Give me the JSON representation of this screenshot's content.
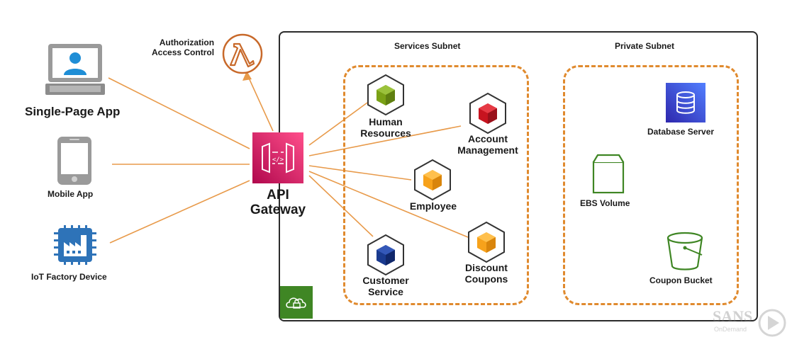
{
  "clients": {
    "spa_label": "Single-Page App",
    "mobile_label": "Mobile App",
    "iot_label": "IoT Factory Device"
  },
  "auth": {
    "label_line1": "Authorization",
    "label_line2": "Access Control",
    "icon": "lambda-icon"
  },
  "gateway": {
    "label_line1": "API",
    "label_line2": "Gateway",
    "icon": "api-gateway-icon"
  },
  "services_subnet": {
    "title": "Services Subnet",
    "services": [
      {
        "line1": "Human",
        "line2": "Resources",
        "color": "#7aa116"
      },
      {
        "line1": "Account",
        "line2": "Management",
        "color": "#c7131f"
      },
      {
        "line1": "Employee",
        "line2": "",
        "color": "#f7a21b"
      },
      {
        "line1": "Customer",
        "line2": "Service",
        "color": "#1a3a8f"
      },
      {
        "line1": "Discount",
        "line2": "Coupons",
        "color": "#f7a21b"
      }
    ]
  },
  "private_subnet": {
    "title": "Private Subnet",
    "database_label": "Database Server",
    "ebs_label": "EBS Volume",
    "bucket_label": "Coupon Bucket"
  },
  "watermark": {
    "text": "SANS",
    "subtext": "OnDemand"
  },
  "colors": {
    "orange": "#e08a2e",
    "gateway": "#c7366f",
    "database": "#3b48cc",
    "storage_green": "#3f8624",
    "vpc_green": "#3f8624"
  }
}
